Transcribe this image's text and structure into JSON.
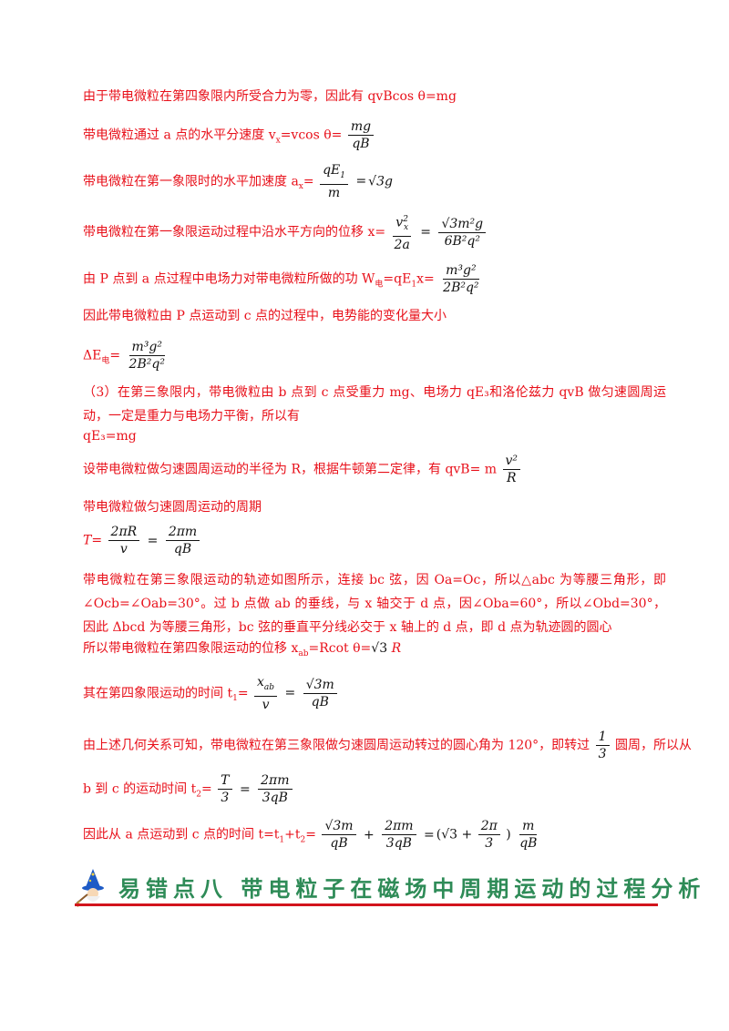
{
  "lines": {
    "l1": "由于带电微粒在第四象限内所受合力为零，因此有 qvBcos θ=mg",
    "l2_pre": "带电微粒通过 a 点的水平分速度 v",
    "l2_mid": "=vcos θ=",
    "l3_pre": "带电微粒在第一象限时的水平加速度 a",
    "l4_pre": "带电微粒在第一象限运动过程中沿水平方向的位移 x=",
    "l5_pre": "由 P 点到 a 点过程中电场力对带电微粒所做的功 W",
    "l5_sub": "电",
    "l5_mid": "=qE",
    "l6": "因此带电微粒由 P 点运动到 c 点的过程中，电势能的变化量大小",
    "l7_pre": "ΔE",
    "l7_sub": "电",
    "l8": "（3）在第三象限内，带电微粒由 b 点到 c 点受重力 mg、电场力 qE₃和洛伦兹力 qvB 做匀速圆周运动，一定是重力与电场力平衡，所以有",
    "l9": "qE₃=mg",
    "l10_pre": "设带电微粒做匀速圆周运动的半径为 R，根据牛顿第二定律，有 qvB= m",
    "l11": "带电微粒做匀速圆周运动的周期",
    "l12_pre": "T=",
    "l13": "带电微粒在第三象限运动的轨迹如图所示，连接 bc 弦，因 Oa=Oc，所以△abc 为等腰三角形，即∠Ocb=∠Oab=30°。过 b 点做 ab 的垂线，与 x 轴交于 d 点，因∠Oba=60°，所以∠Obd=30°，因此 Δbcd 为等腰三角形，bc 弦的垂直平分线必交于 x 轴上的 d 点，即 d 点为轨迹圆的圆心",
    "l14_pre": "所以带电微粒在第四象限运动的位移 x",
    "l14_sub": "ab",
    "l14_mid": "=Rcot θ=",
    "l14_post": "R",
    "l15_pre": "其在第四象限运动的时间 t",
    "l16": "由上述几何关系可知，带电微粒在第三象限做匀速圆周运动转过的圆心角为 120°，即转过",
    "l16_post": "圆周，所以从",
    "l17_pre": "b 到 c 的运动时间 t",
    "l18_pre": "因此从 a 点运动到 c 点的时间 t=t",
    "l18_mid": "+t"
  },
  "math": {
    "mg": "mg",
    "qB": "qB",
    "qE1": "qE",
    "m": "m",
    "sqrt3g": "√3g",
    "vx2": "v",
    "twoa": "2a",
    "sqrt3m2g": "√3m²g",
    "sixB2q2": "6B²q²",
    "m3g2": "m³g²",
    "twoB2q2": "2B²q²",
    "v2": "v²",
    "R": "R",
    "twopiR": "2πR",
    "v": "v",
    "twopim": "2πm",
    "sqrt3": "√3",
    "xab": "x",
    "sqrt3m": "√3m",
    "one": "1",
    "three": "3",
    "T": "T",
    "threeqB": "3qB",
    "twopi": "2π",
    "sum_paren": "(√3 +",
    "sum_close": ")"
  },
  "banner": {
    "title": "易错点八 带电粒子在磁场中周期运动的过程分析",
    "icon": "wizard-icon"
  },
  "colors": {
    "text": "#e8101a",
    "banner_text": "#2e8b57",
    "rule": "#d2141c"
  }
}
